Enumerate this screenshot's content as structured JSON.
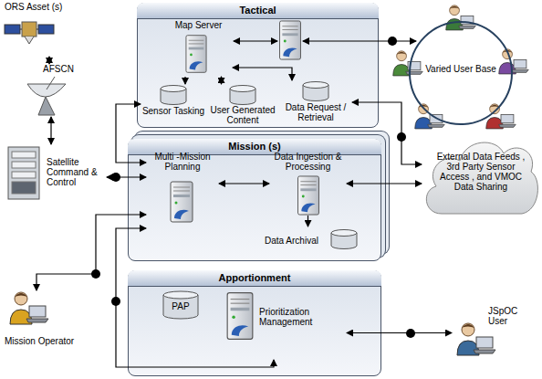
{
  "diagram": {
    "nodes": [
      {
        "text": [
          "ORS Asset (s)"
        ]
      },
      {
        "text": [
          "AFSCN"
        ]
      },
      {
        "text": [
          "Satellite Command & Control"
        ]
      },
      {
        "text": [
          "Mission Operator"
        ]
      },
      {
        "text": [
          "Tactical"
        ]
      },
      {
        "text": [
          "Map Server"
        ],
        "in": 4
      },
      {
        "text": [
          "Sensor Tasking"
        ],
        "in": 4
      },
      {
        "text": [
          "User Generated Content"
        ],
        "in": 4
      },
      {
        "text": [
          "Data Request / Retrieval"
        ],
        "in": 4
      },
      {
        "text": [
          "Mission (s)"
        ]
      },
      {
        "text": [
          "Multi -Mission Planning"
        ],
        "in": 9
      },
      {
        "text": [
          "Data Ingestion & Processing"
        ],
        "in": 9
      },
      {
        "text": [
          "Data Archival"
        ],
        "in": 9
      },
      {
        "text": [
          "Apportionment"
        ]
      },
      {
        "text": [
          "PAP"
        ],
        "in": 13
      },
      {
        "text": [
          "Prioritization Management"
        ],
        "in": 13
      },
      {
        "text": [
          "Varied User Base"
        ]
      },
      {
        "text": [
          "External Data Feeds , 3rd Party Sensor Access , and VMOC Data Sharing"
        ]
      },
      {
        "text": [
          "JSpOC User"
        ]
      }
    ],
    "edges": [
      {
        "from": 0,
        "to": 1,
        "arrow": "both"
      },
      {
        "from": 1,
        "to": 2,
        "arrow": "both"
      },
      {
        "from": 2,
        "to": 10,
        "arrow": "both"
      },
      {
        "from": 3,
        "to": 10,
        "arrow": "both"
      },
      {
        "from": 6,
        "to": 10,
        "arrow": "both"
      },
      {
        "from": 5,
        "to": 6,
        "arrow": "to"
      },
      {
        "from": 5,
        "to": 7,
        "arrow": "both"
      },
      {
        "from": 5,
        "to": 8,
        "arrow": "both"
      },
      {
        "from": 8,
        "to": 17,
        "arrow": "both"
      },
      {
        "from": 15,
        "to": 10,
        "arrow": "both"
      },
      {
        "from": 11,
        "to": 17,
        "arrow": "both"
      },
      {
        "from": 15,
        "to": 18,
        "arrow": "both"
      },
      {
        "from": 10,
        "to": 11,
        "arrow": "both"
      },
      {
        "from": 11,
        "to": 12,
        "arrow": "to"
      }
    ]
  }
}
